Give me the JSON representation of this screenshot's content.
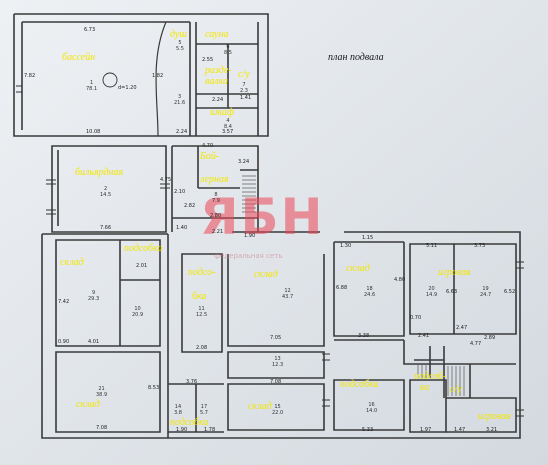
{
  "plan_title": "план подвала",
  "watermark": {
    "text": "ЯБН",
    "subtext": "федеральная сеть"
  },
  "labels": {
    "pool": "бассейн",
    "tv": "душ",
    "sauna": "сауна",
    "changing_1": "разде-",
    "changing_2": "валка",
    "wc1": "с/у",
    "closet": "шкаф",
    "billiard": "бильярдная",
    "boiler_1": "Бой-",
    "boiler_2": "лерная",
    "storage_left": "склад",
    "utility_top": "подсобка",
    "utility_center_1": "подсо-",
    "utility_center_2": "бка",
    "storage_center": "склад",
    "storage_right": "склад",
    "game_top": "игровая",
    "storage_bottom_left": "склад",
    "utility_bottom": "подсобка",
    "storage_bottom_mid": "склад",
    "utility_bottom_right": "подсобка",
    "utility_right_1": "подсоб-",
    "utility_right_2": "ка",
    "wc2": "с/у",
    "game_bottom": "игровая"
  },
  "room_numbers": {
    "r1": "1\n78.1",
    "r2": "2\n14.5",
    "r3": "3\n21.6",
    "r4": "4\n8.4",
    "r5": "5\n5.5",
    "r6": "6\n8.5",
    "r7": "7\n2.3",
    "r8": "8\n7.9",
    "r9": "9\n29.3",
    "r10": "10\n20.9",
    "r11": "11\n12.5",
    "r12": "12\n43.7",
    "r13": "13\n12.3",
    "r14": "14\n3.8",
    "r15": "15\n22.0",
    "r16": "16\n14.0",
    "r17": "17\n5.7",
    "r18": "18\n24.6",
    "r19": "19\n24.7",
    "r20": "20\n14.9",
    "r21": "21\n38.9"
  },
  "dimensions": {
    "d1": "6.73",
    "d2": "7.82",
    "d3": "10.08",
    "d4": "d=1.20",
    "d5": "1.82",
    "d6": "2.24",
    "d7": "3.57",
    "d8": "2.55",
    "d9": "2.24",
    "d10": "1.41",
    "d11": "4.70",
    "d12": "3.24",
    "d13": "2.10",
    "d14": "4.75",
    "d15": "7.66",
    "d16": "1.40",
    "d17": "2.82",
    "d18": "2.80",
    "d19": "2.21",
    "d20": "7.42",
    "d21": "4.01",
    "d22": "0.90",
    "d23": "2.01",
    "d24": "7.08",
    "d25": "8.53",
    "d26": "7.08",
    "d27": "1.30",
    "d28": "1.15",
    "d29": "3.73",
    "d30": "5.11",
    "d31": "6.88",
    "d32": "4.80",
    "d33": "6.63",
    "d34": "6.52",
    "d35": "2.47",
    "d36": "2.41",
    "d37": "2.89",
    "d38": "4.77",
    "d39": "3.21",
    "d40": "1.47",
    "d41": "1.97",
    "d42": "5.33",
    "d43": "3.76",
    "d44": "1.78",
    "d45": "1.90",
    "d46": "2.08",
    "d47": "1.90",
    "d48": "7.05",
    "d49": "3.38",
    "d50": "0.70"
  }
}
